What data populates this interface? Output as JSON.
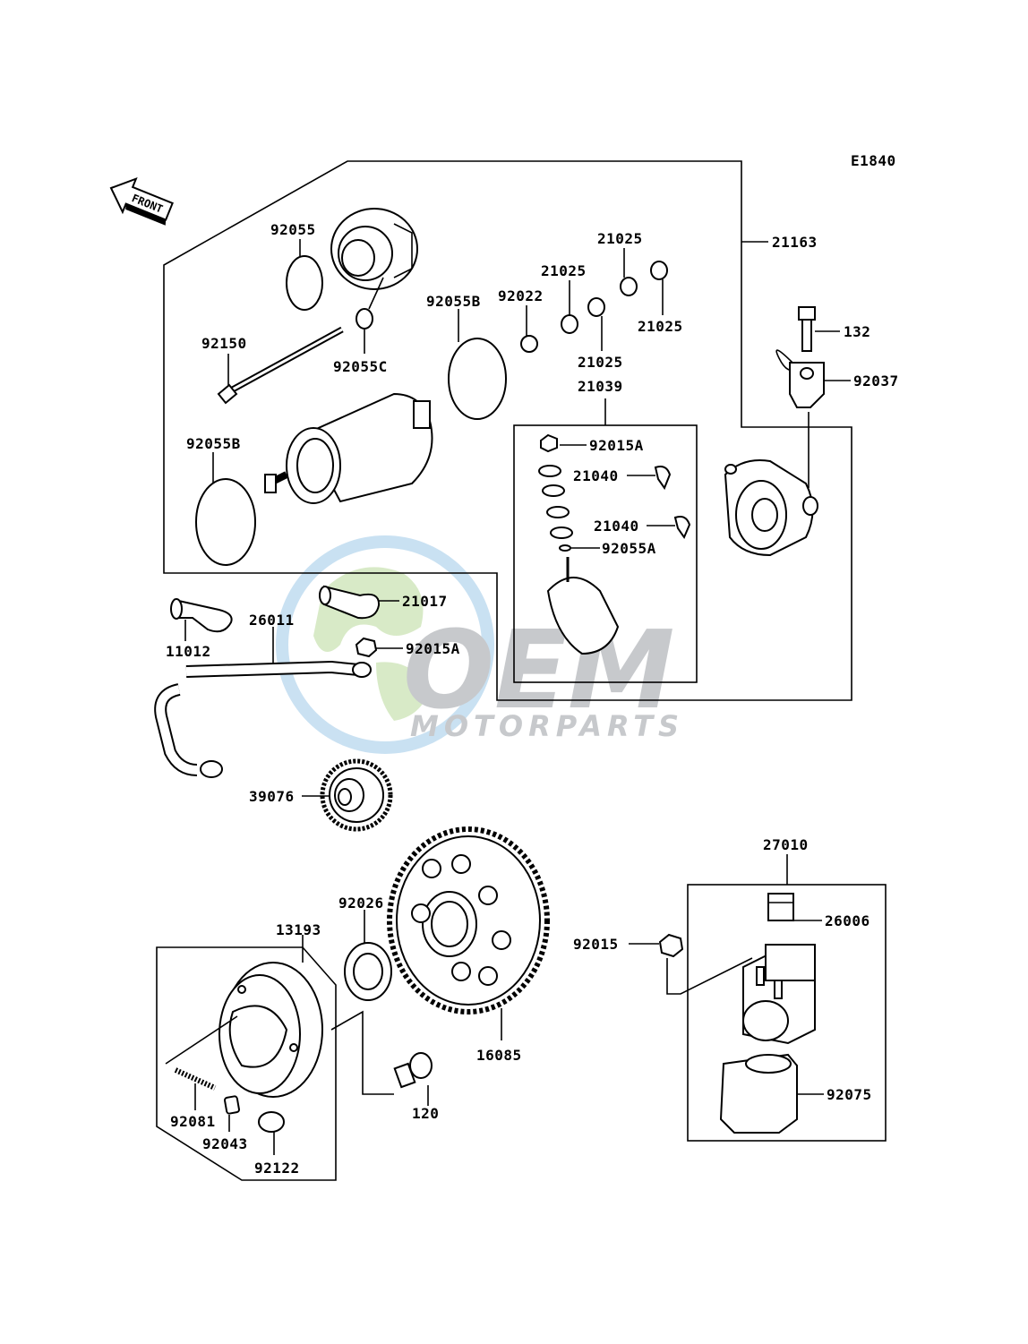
{
  "diagram_code": "E1840",
  "front_label": "FRONT",
  "watermark": {
    "brand": "OEM",
    "tagline": "MOTORPARTS",
    "colors": {
      "globe_blue": "#9ec9e8",
      "globe_green": "#b9d99a",
      "text_gray": "#9a9ea3"
    }
  },
  "part_numbers": {
    "p92055": "92055",
    "p92055C": "92055C",
    "p92150": "92150",
    "p92055B_motor": "92055B",
    "p92055B_cover": "92055B",
    "p92022": "92022",
    "p21025_a": "21025",
    "p21025_b": "21025",
    "p21025_c": "21025",
    "p21025_d": "21025",
    "p21039": "21039",
    "p21163": "21163",
    "p132": "132",
    "p92037": "92037",
    "p92015A_top": "92015A",
    "p21040_a": "21040",
    "p21040_b": "21040",
    "p92055A": "92055A",
    "p11012": "11012",
    "p26011": "26011",
    "p21017": "21017",
    "p92015A_cable": "92015A",
    "p39076": "39076",
    "p92026": "92026",
    "p13193": "13193",
    "p16085": "16085",
    "p120": "120",
    "p92081": "92081",
    "p92043": "92043",
    "p92122": "92122",
    "p27010": "27010",
    "p26006": "26006",
    "p92015": "92015",
    "p92075": "92075"
  }
}
